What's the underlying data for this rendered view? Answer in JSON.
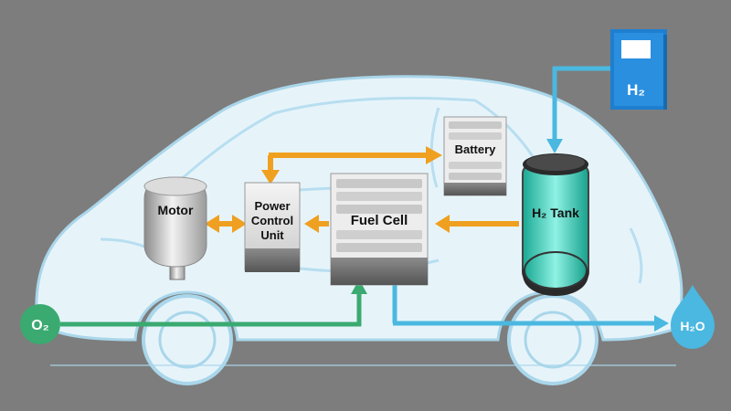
{
  "components": {
    "motor": "Motor",
    "pcu_line1": "Power",
    "pcu_line2": "Control",
    "pcu_line3": "Unit",
    "fuel_cell": "Fuel Cell",
    "battery": "Battery",
    "h2_tank": "H₂ Tank",
    "h2_station": "H₂",
    "oxygen": "O₂",
    "water": "H₂O"
  },
  "colors": {
    "background": "#7d7d7d",
    "car_body": "#e6f4fa",
    "flow_power": "#f0a020",
    "flow_hydrogen": "#4ab8e0",
    "flow_oxygen": "#3aaa70",
    "tank": "#3fd6c0",
    "station": "#1e7fd0"
  }
}
